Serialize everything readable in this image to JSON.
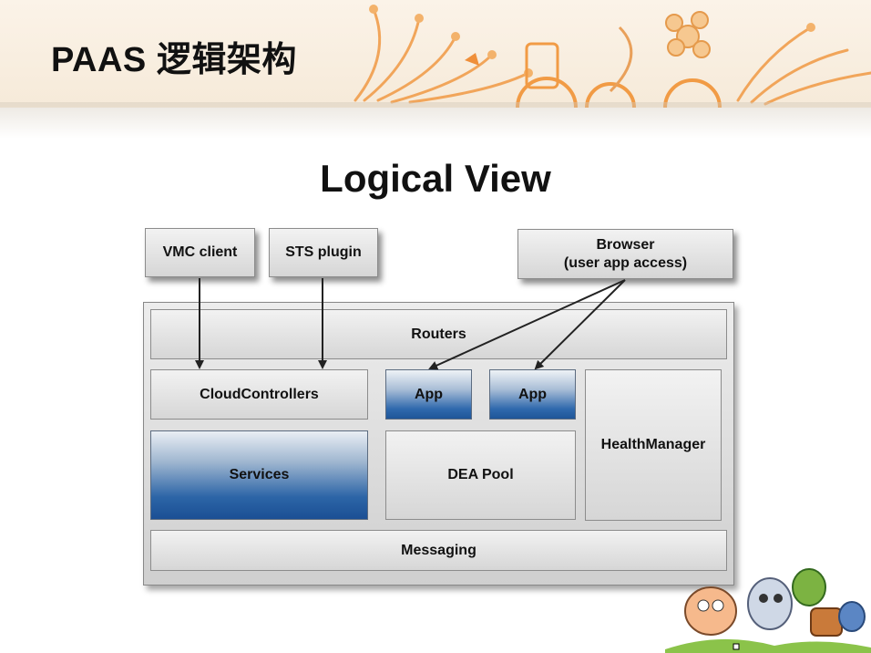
{
  "slide": {
    "title": "PAAS 逻辑架构"
  },
  "diagram": {
    "title": "Logical View",
    "clients": {
      "vmc": "VMC client",
      "sts": "STS plugin",
      "browser_line1": "Browser",
      "browser_line2": "(user app access)"
    },
    "components": {
      "routers": "Routers",
      "cloud_controllers": "CloudControllers",
      "app1": "App",
      "app2": "App",
      "health_manager": "HealthManager",
      "services": "Services",
      "dea_pool": "DEA Pool",
      "messaging": "Messaging"
    }
  },
  "colors": {
    "accent_blue": "#2c65a7",
    "box_gray": "#d6d6d6",
    "decoration_orange": "#f0a050"
  }
}
